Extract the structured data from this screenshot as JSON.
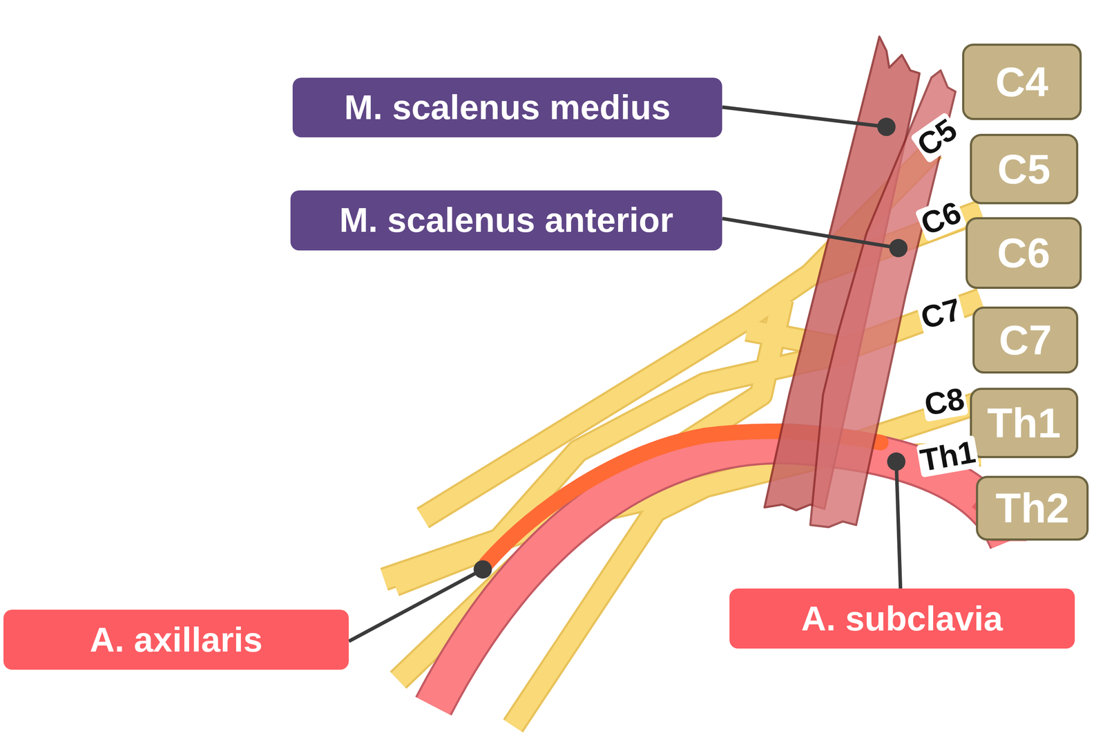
{
  "diagram": {
    "nodes": [
      {
        "text": [
          "M. scalenus medius"
        ]
      },
      {
        "text": [
          "M. scalenus anterior"
        ]
      },
      {
        "text": [
          "C4"
        ]
      },
      {
        "text": [
          "C5"
        ]
      },
      {
        "text": [
          "C6"
        ]
      },
      {
        "text": [
          "C7"
        ]
      },
      {
        "text": [
          "Th1"
        ]
      },
      {
        "text": [
          "Th2"
        ]
      },
      {
        "text": [
          "A. axillaris"
        ]
      },
      {
        "text": [
          "A. subclavia"
        ]
      }
    ],
    "labels": [
      "C5",
      "C6",
      "C7",
      "C8",
      "Th1"
    ]
  }
}
